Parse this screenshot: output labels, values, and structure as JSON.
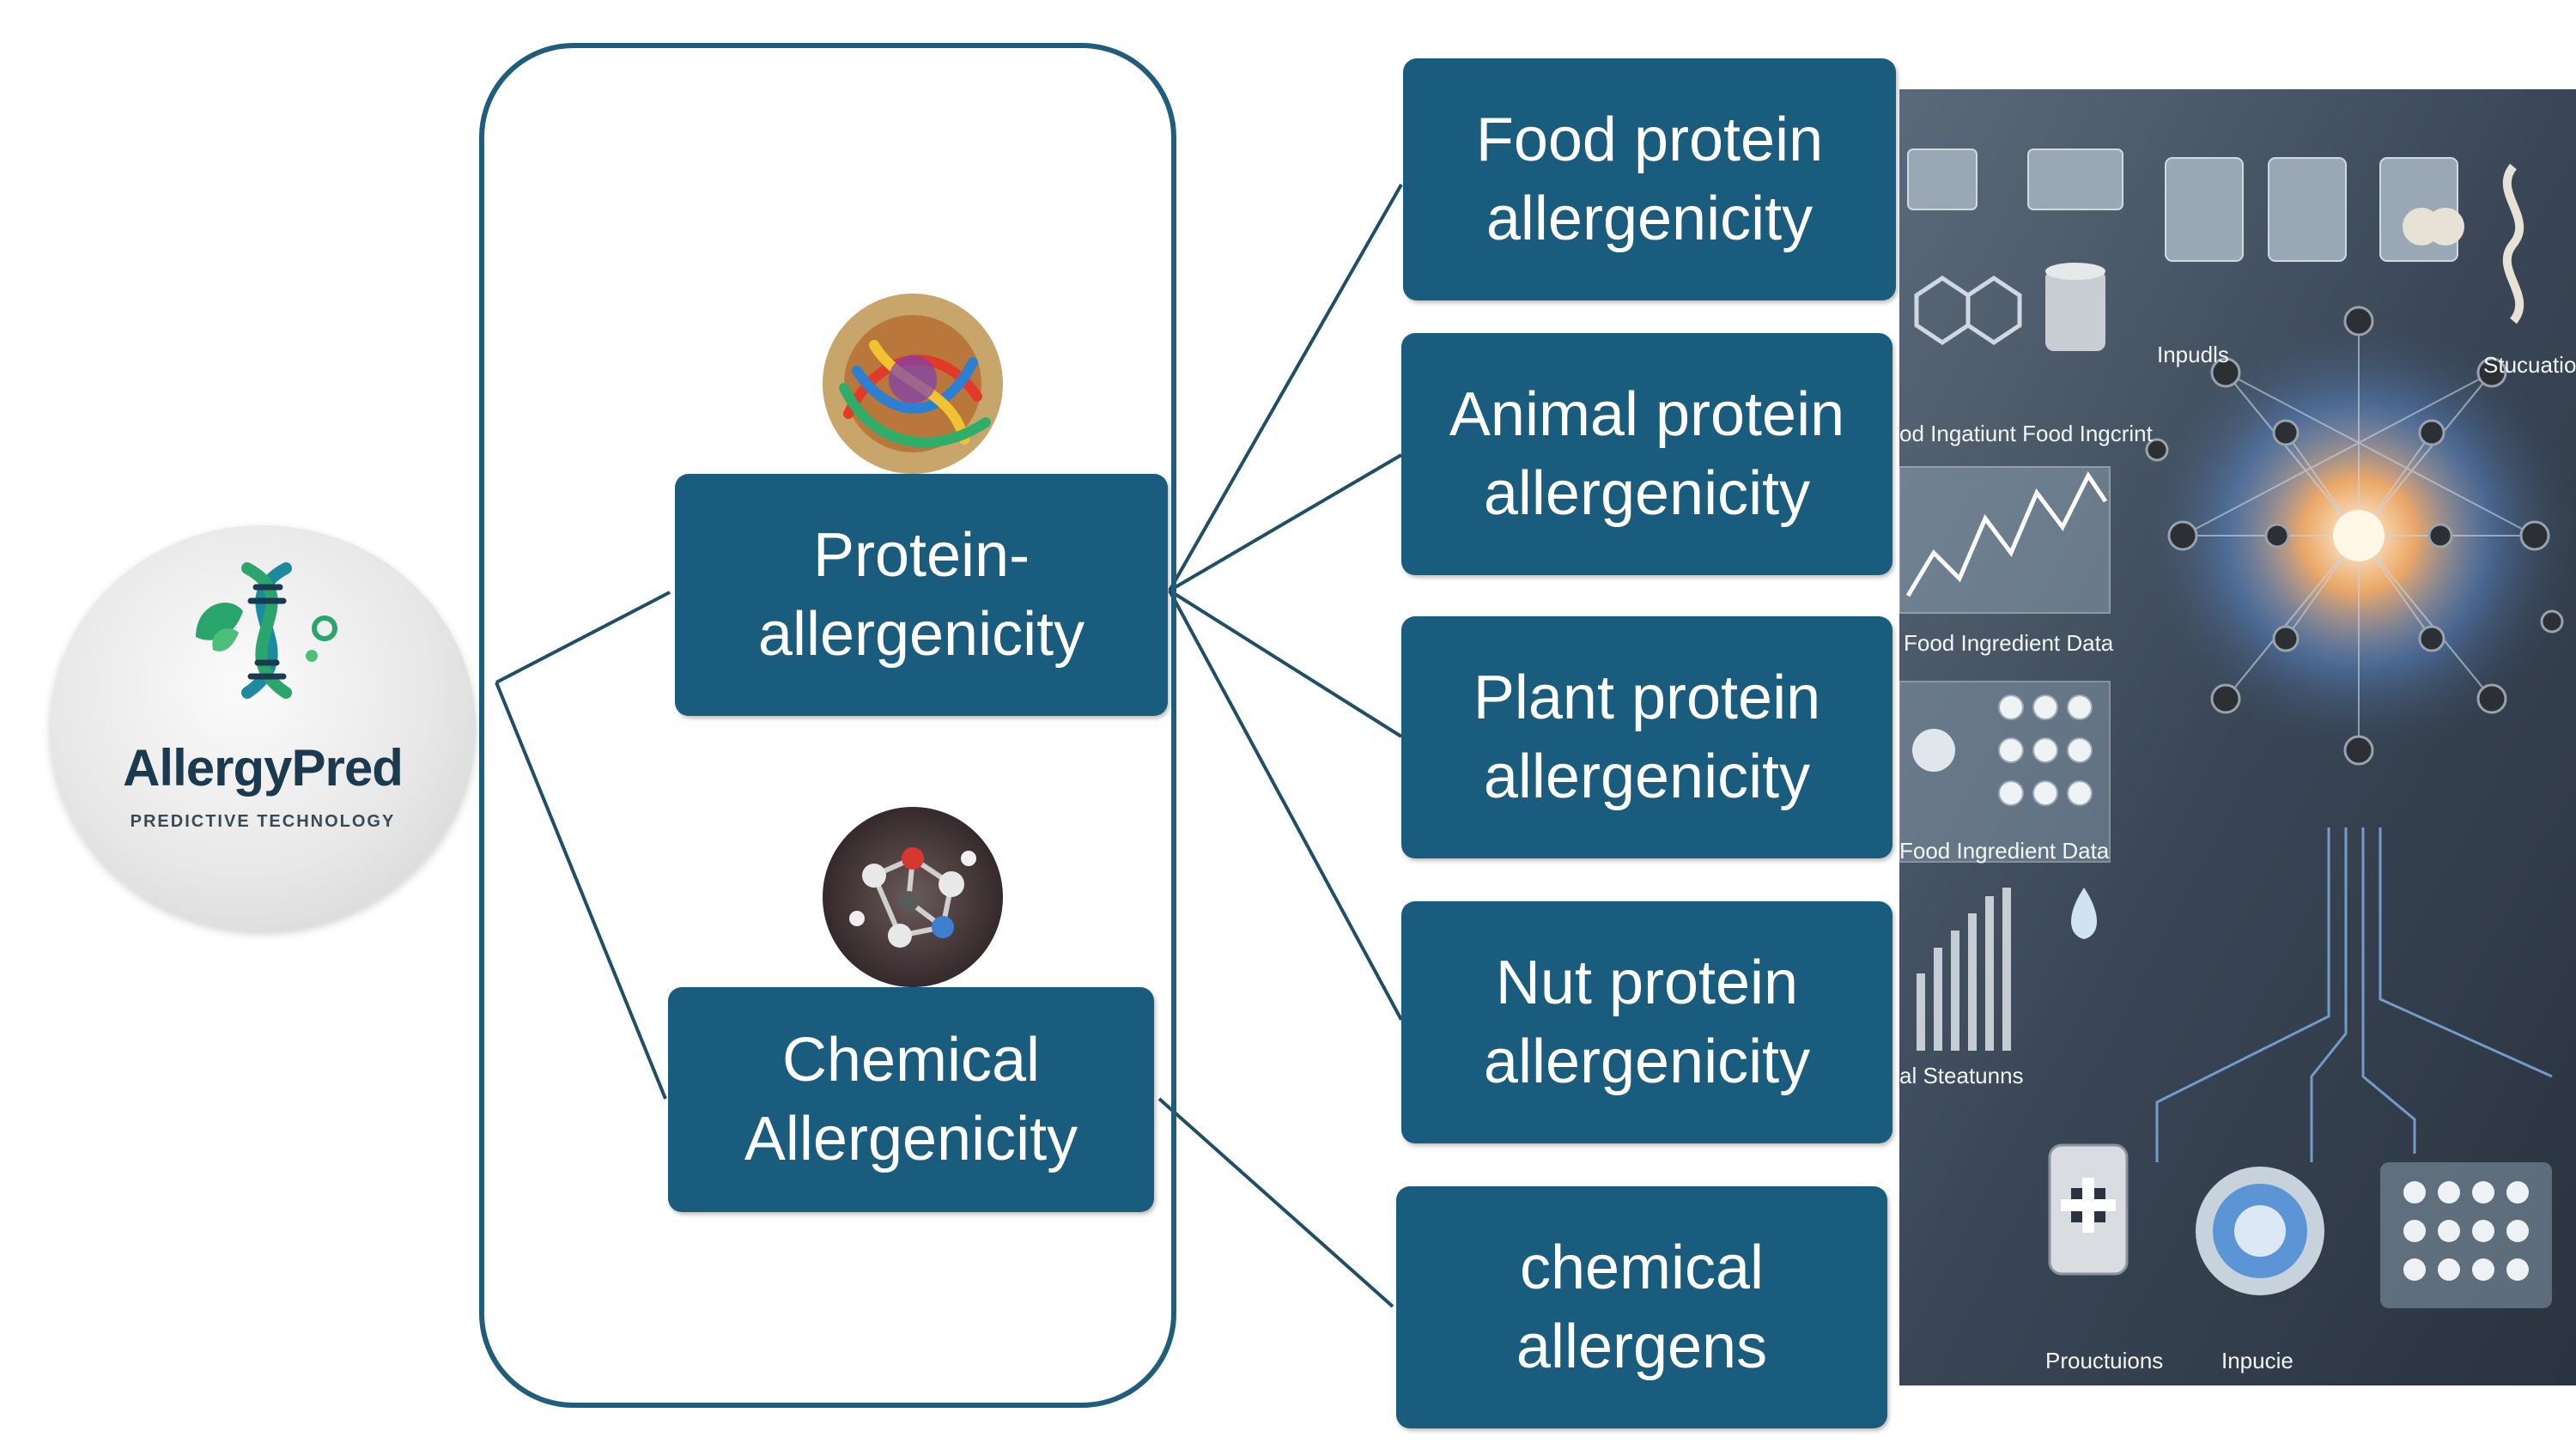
{
  "logo": {
    "brand": "AllergyPred",
    "tagline": "PREDICTIVE TECHNOLOGY"
  },
  "categories": {
    "protein": "Protein-\nallergenicity",
    "chemical": "Chemical\nAllergenicity"
  },
  "outcomes": [
    "Food protein\nallergenicity",
    "Animal protein\nallergenicity",
    "Plant protein\nallergenicity",
    "Nut protein\nallergenicity",
    "chemical\nallergens"
  ],
  "panel_labels": [
    "od Ingatiunt Food Ingcrint",
    "Inpudls",
    "Stucuation",
    "Food Ingredient Data",
    "Food Ingredient Data",
    "al Steatunns",
    "Prouctuions",
    "Inpucie"
  ],
  "icons": {
    "logo_mark": "dna-leaf-icon",
    "protein_thumb": "protein-structure-icon",
    "chemical_thumb": "molecule-icon",
    "panel": "neural-network-illustration"
  },
  "colors": {
    "box_fill": "#1a5c7d",
    "frame_stroke": "#1f5d7c",
    "connector": "#1f4f66",
    "logo_green": "#2aa56b",
    "logo_teal": "#1e8a9e"
  }
}
